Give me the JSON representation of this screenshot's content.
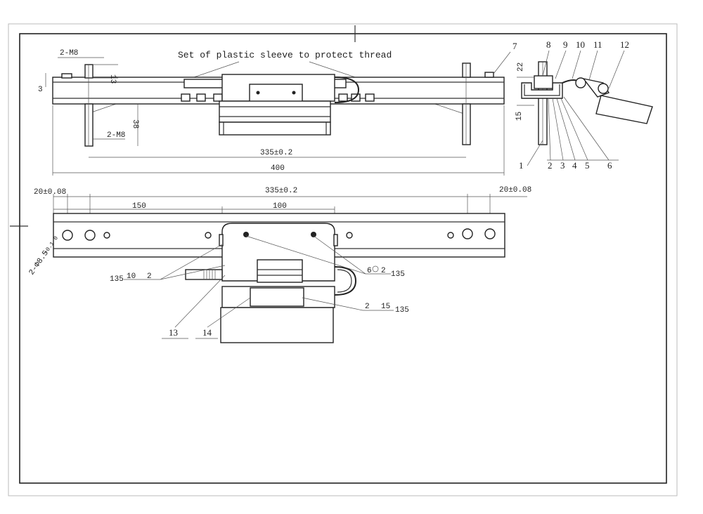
{
  "top_view": {
    "note": "Set of plastic sleeve to protect thread",
    "bolt_top": "2-M8",
    "bolt_bottom": "2-M8",
    "dim_3": "3",
    "dim_13": "13",
    "dim_38": "38",
    "dim_335": "335±0.2",
    "dim_400": "400"
  },
  "side_view": {
    "callouts": [
      "1",
      "2",
      "3",
      "4",
      "5",
      "6",
      "7",
      "8",
      "9",
      "10",
      "11",
      "12"
    ],
    "dim_22": "22",
    "dim_15": "15"
  },
  "front_view": {
    "dim_20_left": "20±0.08",
    "dim_20_right": "20±0.08",
    "dim_335": "335±0.2",
    "dim_150": "150",
    "dim_100": "100",
    "hole_spec": "2-Φ8.5",
    "hole_tol": "+0.1 0",
    "weld_a_len": "135",
    "weld_a_size": "10",
    "weld_a_qty": "2",
    "weld_b_size": "6",
    "weld_b_qty": "2",
    "weld_b_len": "135",
    "weld_c_qty": "2",
    "weld_c_size": "15",
    "weld_c_len": "135",
    "callout_13": "13",
    "callout_14": "14"
  }
}
